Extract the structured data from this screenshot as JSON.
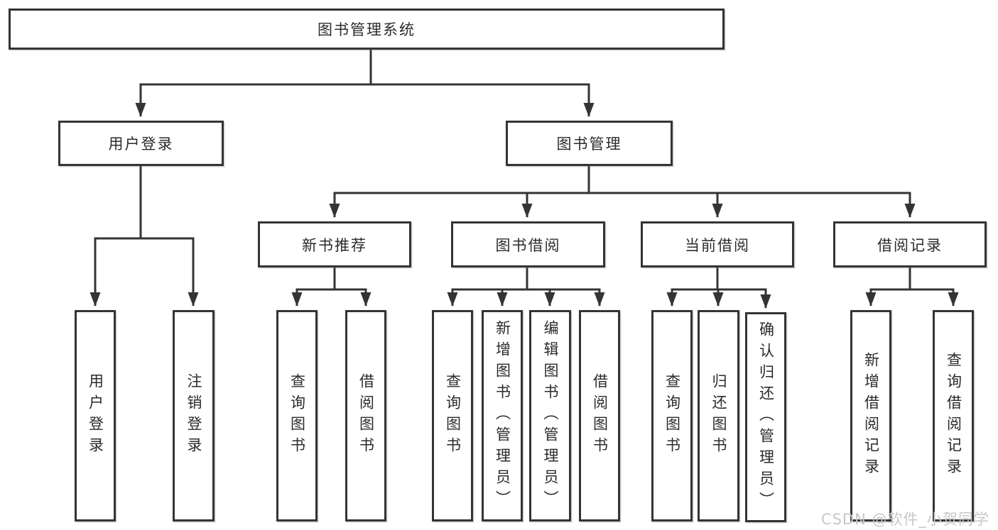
{
  "diagram": {
    "type": "hierarchy-tree",
    "tree": {
      "root": {
        "label": "图书管理系统",
        "children": [
          {
            "label": "用户登录",
            "children": [
              {
                "label": "用户登录"
              },
              {
                "label": "注销登录"
              }
            ]
          },
          {
            "label": "图书管理",
            "children": [
              {
                "label": "新书推荐",
                "children": [
                  {
                    "label": "查询图书"
                  },
                  {
                    "label": "借阅图书"
                  }
                ]
              },
              {
                "label": "图书借阅",
                "children": [
                  {
                    "label": "查询图书"
                  },
                  {
                    "label": "新增图书（管理员）"
                  },
                  {
                    "label": "编辑图书（管理员）"
                  },
                  {
                    "label": "借阅图书"
                  }
                ]
              },
              {
                "label": "当前借阅",
                "children": [
                  {
                    "label": "查询图书"
                  },
                  {
                    "label": "归还图书"
                  },
                  {
                    "label": "确认归还（管理员）"
                  }
                ]
              },
              {
                "label": "借阅记录",
                "children": [
                  {
                    "label": "新增借阅记录"
                  },
                  {
                    "label": "查询借阅记录"
                  }
                ]
              }
            ]
          }
        ]
      }
    },
    "colors": {
      "line": "#333436",
      "text": "#2b2b2b",
      "box_background": "#ffffff",
      "page_background": "#ffffff",
      "watermark": "#c7c7c7"
    }
  },
  "watermark": {
    "text": "CSDN @软件_小贺同学"
  }
}
